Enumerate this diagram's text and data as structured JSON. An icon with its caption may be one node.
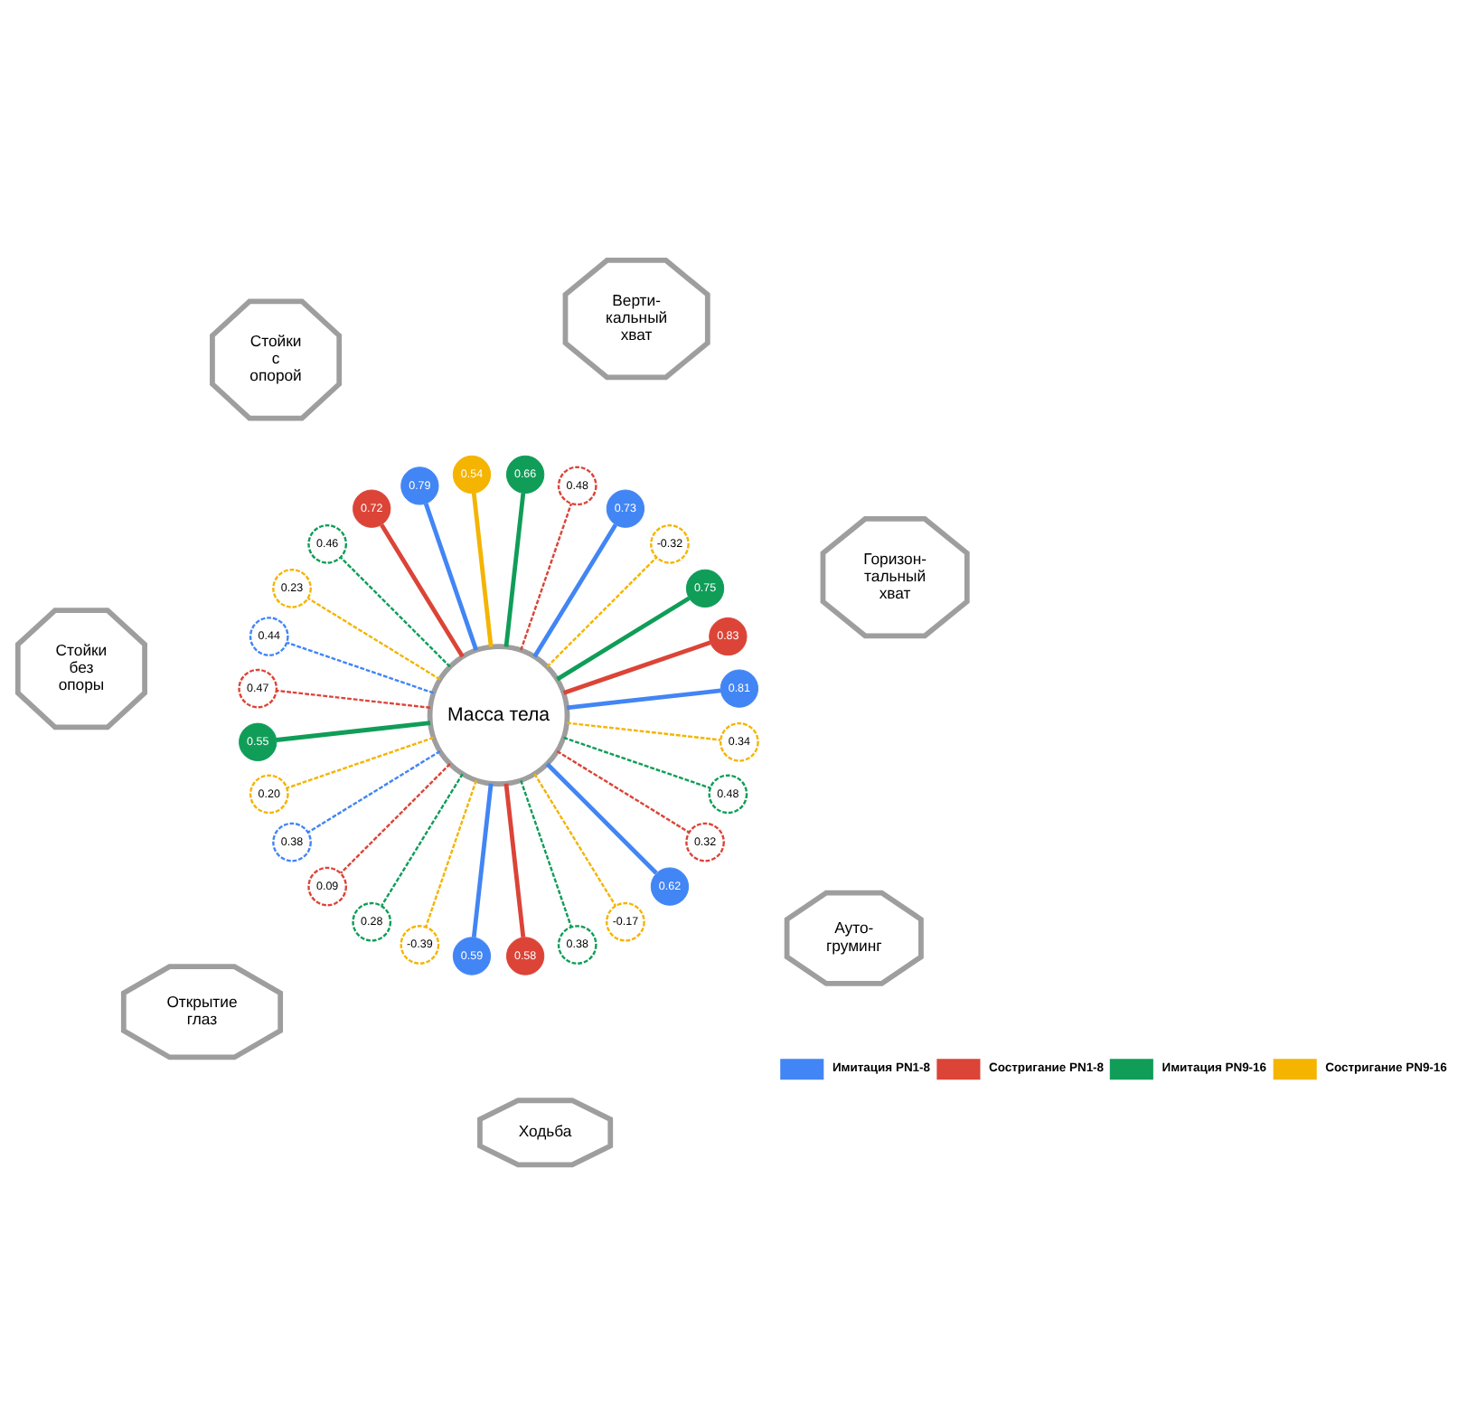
{
  "diagram": {
    "nodes": [
      {
        "text": [
          "Масса тела"
        ]
      },
      {
        "text": [
          "Горизон- тальный хват"
        ]
      },
      {
        "text": [
          "0.81"
        ]
      },
      {
        "text": [
          "0.83"
        ]
      },
      {
        "text": [
          "0.75"
        ]
      },
      {
        "text": [
          "-0.32"
        ]
      },
      {
        "text": [
          "Верти- кальный хват"
        ]
      },
      {
        "text": [
          "0.73"
        ]
      },
      {
        "text": [
          "0.48"
        ]
      },
      {
        "text": [
          "0.66"
        ]
      },
      {
        "text": [
          "0.54"
        ]
      },
      {
        "text": [
          "Стойки с опорой"
        ]
      },
      {
        "text": [
          "0.79"
        ]
      },
      {
        "text": [
          "0.72"
        ]
      },
      {
        "text": [
          "0.46"
        ]
      },
      {
        "text": [
          "0.23"
        ]
      },
      {
        "text": [
          "Стойки без опоры"
        ]
      },
      {
        "text": [
          "0.44"
        ]
      },
      {
        "text": [
          "0.47"
        ]
      },
      {
        "text": [
          "0.55"
        ]
      },
      {
        "text": [
          "0.20"
        ]
      },
      {
        "text": [
          "Открытие глаз"
        ]
      },
      {
        "text": [
          "0.38"
        ]
      },
      {
        "text": [
          "0.09"
        ]
      },
      {
        "text": [
          "0.28"
        ]
      },
      {
        "text": [
          "-0.39"
        ]
      },
      {
        "text": [
          "Ходьба"
        ]
      },
      {
        "text": [
          "0.59"
        ]
      },
      {
        "text": [
          "0.58"
        ]
      },
      {
        "text": [
          "0.38"
        ]
      },
      {
        "text": [
          "-0.17"
        ]
      },
      {
        "text": [
          "Ауто- груминг"
        ]
      },
      {
        "text": [
          "0.62"
        ]
      },
      {
        "text": [
          "0.32"
        ]
      },
      {
        "text": [
          "0.48"
        ]
      },
      {
        "text": [
          "0.34"
        ]
      }
    ],
    "edges": [
      {
        "from": 0,
        "to": 2,
        "arrow": "none",
        "color": "#4285f4"
      },
      {
        "from": 0,
        "to": 3,
        "arrow": "none",
        "color": "#db4437"
      },
      {
        "from": 0,
        "to": 4,
        "arrow": "none",
        "color": "#0f9d58"
      },
      {
        "from": 0,
        "to": 5,
        "arrow": "none",
        "style": "dashed",
        "color": "#f4b400"
      },
      {
        "from": 0,
        "to": 7,
        "arrow": "none",
        "color": "#4285f4"
      },
      {
        "from": 0,
        "to": 8,
        "arrow": "none",
        "style": "dashed",
        "color": "#db4437"
      },
      {
        "from": 0,
        "to": 9,
        "arrow": "none",
        "color": "#0f9d58"
      },
      {
        "from": 0,
        "to": 10,
        "arrow": "none",
        "color": "#f4b400"
      },
      {
        "from": 0,
        "to": 12,
        "arrow": "none",
        "color": "#4285f4"
      },
      {
        "from": 0,
        "to": 13,
        "arrow": "none",
        "color": "#db4437"
      },
      {
        "from": 0,
        "to": 14,
        "arrow": "none",
        "style": "dashed",
        "color": "#0f9d58"
      },
      {
        "from": 0,
        "to": 15,
        "arrow": "none",
        "style": "dashed",
        "color": "#f4b400"
      },
      {
        "from": 0,
        "to": 17,
        "arrow": "none",
        "style": "dashed",
        "color": "#4285f4"
      },
      {
        "from": 0,
        "to": 18,
        "arrow": "none",
        "style": "dashed",
        "color": "#db4437"
      },
      {
        "from": 0,
        "to": 19,
        "arrow": "none",
        "color": "#0f9d58"
      },
      {
        "from": 0,
        "to": 20,
        "arrow": "none",
        "style": "dashed",
        "color": "#f4b400"
      },
      {
        "from": 0,
        "to": 22,
        "arrow": "none",
        "style": "dashed",
        "color": "#4285f4"
      },
      {
        "from": 0,
        "to": 23,
        "arrow": "none",
        "style": "dashed",
        "color": "#db4437"
      },
      {
        "from": 0,
        "to": 24,
        "arrow": "none",
        "style": "dashed",
        "color": "#0f9d58"
      },
      {
        "from": 0,
        "to": 25,
        "arrow": "none",
        "style": "dashed",
        "color": "#f4b400"
      },
      {
        "from": 0,
        "to": 27,
        "arrow": "none",
        "color": "#4285f4"
      },
      {
        "from": 0,
        "to": 28,
        "arrow": "none",
        "color": "#db4437"
      },
      {
        "from": 0,
        "to": 29,
        "arrow": "none",
        "style": "dashed",
        "color": "#0f9d58"
      },
      {
        "from": 0,
        "to": 30,
        "arrow": "none",
        "style": "dashed",
        "color": "#f4b400"
      },
      {
        "from": 0,
        "to": 32,
        "arrow": "none",
        "color": "#4285f4"
      },
      {
        "from": 0,
        "to": 33,
        "arrow": "none",
        "style": "dashed",
        "color": "#db4437"
      },
      {
        "from": 0,
        "to": 34,
        "arrow": "none",
        "style": "dashed",
        "color": "#0f9d58"
      },
      {
        "from": 0,
        "to": 35,
        "arrow": "none",
        "style": "dashed",
        "color": "#f4b400"
      }
    ],
    "legend": [
      {
        "text": "Имитация PN1-8",
        "color": "#4285f4"
      },
      {
        "text": "Состригание PN1-8",
        "color": "#db4437"
      },
      {
        "text": "Имитация PN9-16",
        "color": "#0f9d58"
      },
      {
        "text": "Состригание PN9-16",
        "color": "#f4b400"
      }
    ]
  }
}
